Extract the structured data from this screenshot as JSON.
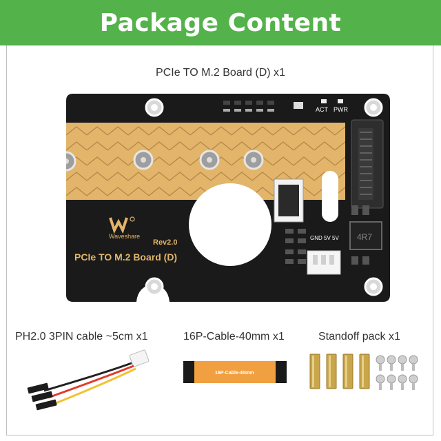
{
  "header": {
    "title": "Package Content"
  },
  "items": {
    "board": {
      "label": "PCIe TO M.2 Board (D) x1",
      "silkscreen_name": "PCIe TO M.2 Board (D)",
      "brand": "Waveshare",
      "revision": "Rev2.0",
      "led_act": "ACT",
      "led_pwr": "PWR",
      "pin_labels": "GND 5V 5V",
      "inductor_code": "4R7"
    },
    "cable": {
      "label": "PH2.0 3PIN cable ~5cm x1"
    },
    "fpc": {
      "label": "16P-Cable-40mm x1",
      "print": "16P-Cable-40mm"
    },
    "standoff": {
      "label": "Standoff pack x1"
    }
  },
  "colors": {
    "header_green": "#54b24a",
    "board_black": "#1a1a1a",
    "gold": "#e2b56a",
    "fpc_orange": "#f0a040"
  }
}
